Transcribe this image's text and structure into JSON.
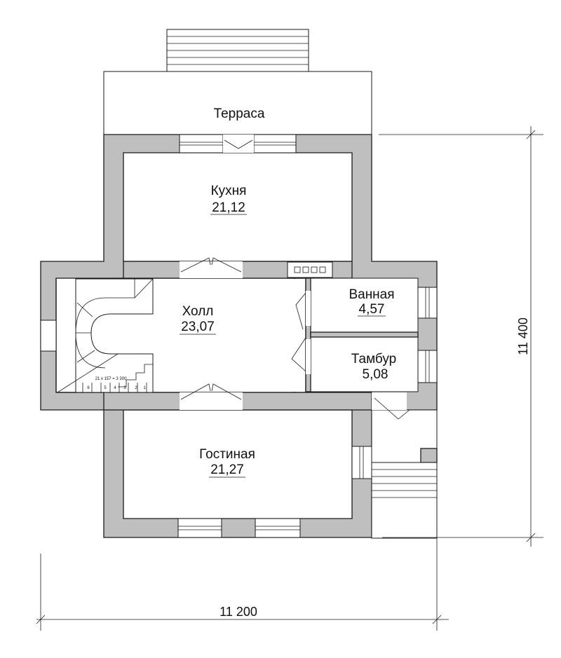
{
  "rooms": {
    "terrace": {
      "name": "Терраса"
    },
    "kitchen": {
      "name": "Кухня",
      "area": "21,12"
    },
    "hall": {
      "name": "Холл",
      "area": "23,07"
    },
    "bathroom": {
      "name": "Ванная",
      "area": "4,57"
    },
    "vestibule": {
      "name": "Тамбур",
      "area": "5,08"
    },
    "living_room": {
      "name": "Гостиная",
      "area": "21,27"
    }
  },
  "stair": {
    "note": "21 x 157 = 3 300",
    "step_numbers": [
      "6",
      "5",
      "4",
      "3",
      "2",
      "1"
    ]
  },
  "dimensions": {
    "width": "11 200",
    "height": "11 400"
  },
  "colors": {
    "wall_fill": "#bfbfbf",
    "line": "#1a1a1a",
    "background": "#ffffff"
  }
}
